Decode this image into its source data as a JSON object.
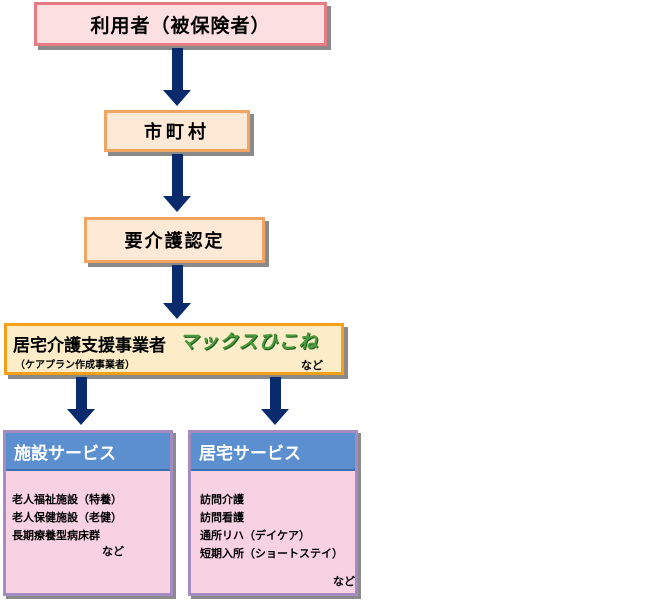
{
  "nodes": {
    "user": "利用者（被保険者）",
    "city": "市町村",
    "certification": "要介護認定",
    "agency": {
      "title": "居宅介護支援事業者",
      "subtitle": "（ケアプラン作成事業者）",
      "brand": "マックスひこね",
      "etc": "など"
    }
  },
  "services": {
    "facility": {
      "header": "施設サービス",
      "items": [
        "老人福祉施設（特養）",
        "老人保健施設（老健）",
        "長期療養型病床群"
      ],
      "etc": "など"
    },
    "home": {
      "header": "居宅サービス",
      "items": [
        "訪問介護",
        "訪問看護",
        "通所リハ（デイケア）",
        "短期入所（ショートステイ）"
      ],
      "etc": "など"
    }
  },
  "colors": {
    "arrow": "#0a2a6e",
    "service_header": "#5b8fd0",
    "service_body": "#f8d2e2",
    "brand": "#4a9a3c"
  }
}
